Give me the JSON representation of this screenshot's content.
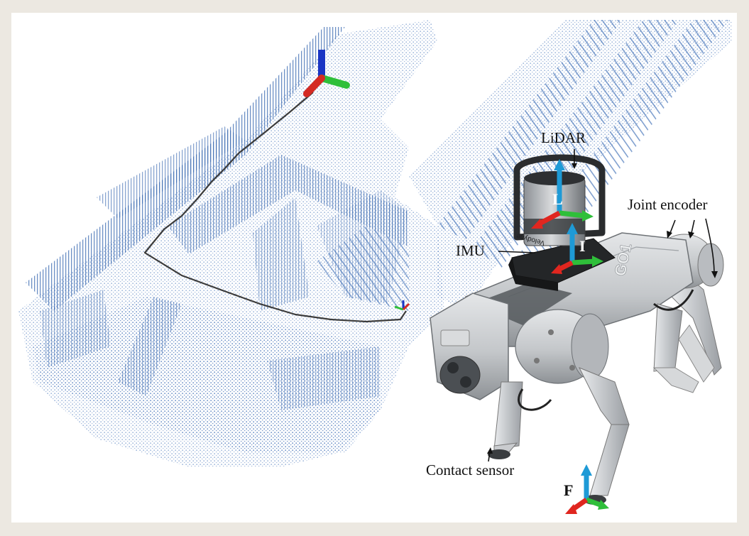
{
  "labels": {
    "lidar": "LiDAR",
    "joint_encoder": "Joint encoder",
    "imu": "IMU",
    "contact_sensor": "Contact sensor"
  },
  "frame_letters": {
    "lidar_frame": "L",
    "imu_frame": "I",
    "foot_frame": "F"
  },
  "robot_marking": "GO1",
  "lidar_brand": "Velodyne",
  "colors": {
    "point_cloud": "#3f6fb3",
    "trajectory": "#3c3c3c",
    "axis_x": "#e0261f",
    "axis_y": "#2fbf3a",
    "axis_z": "#1e9ad6",
    "axis_z_dark": "#1a35c4",
    "robot_body": "#c9cbce"
  }
}
